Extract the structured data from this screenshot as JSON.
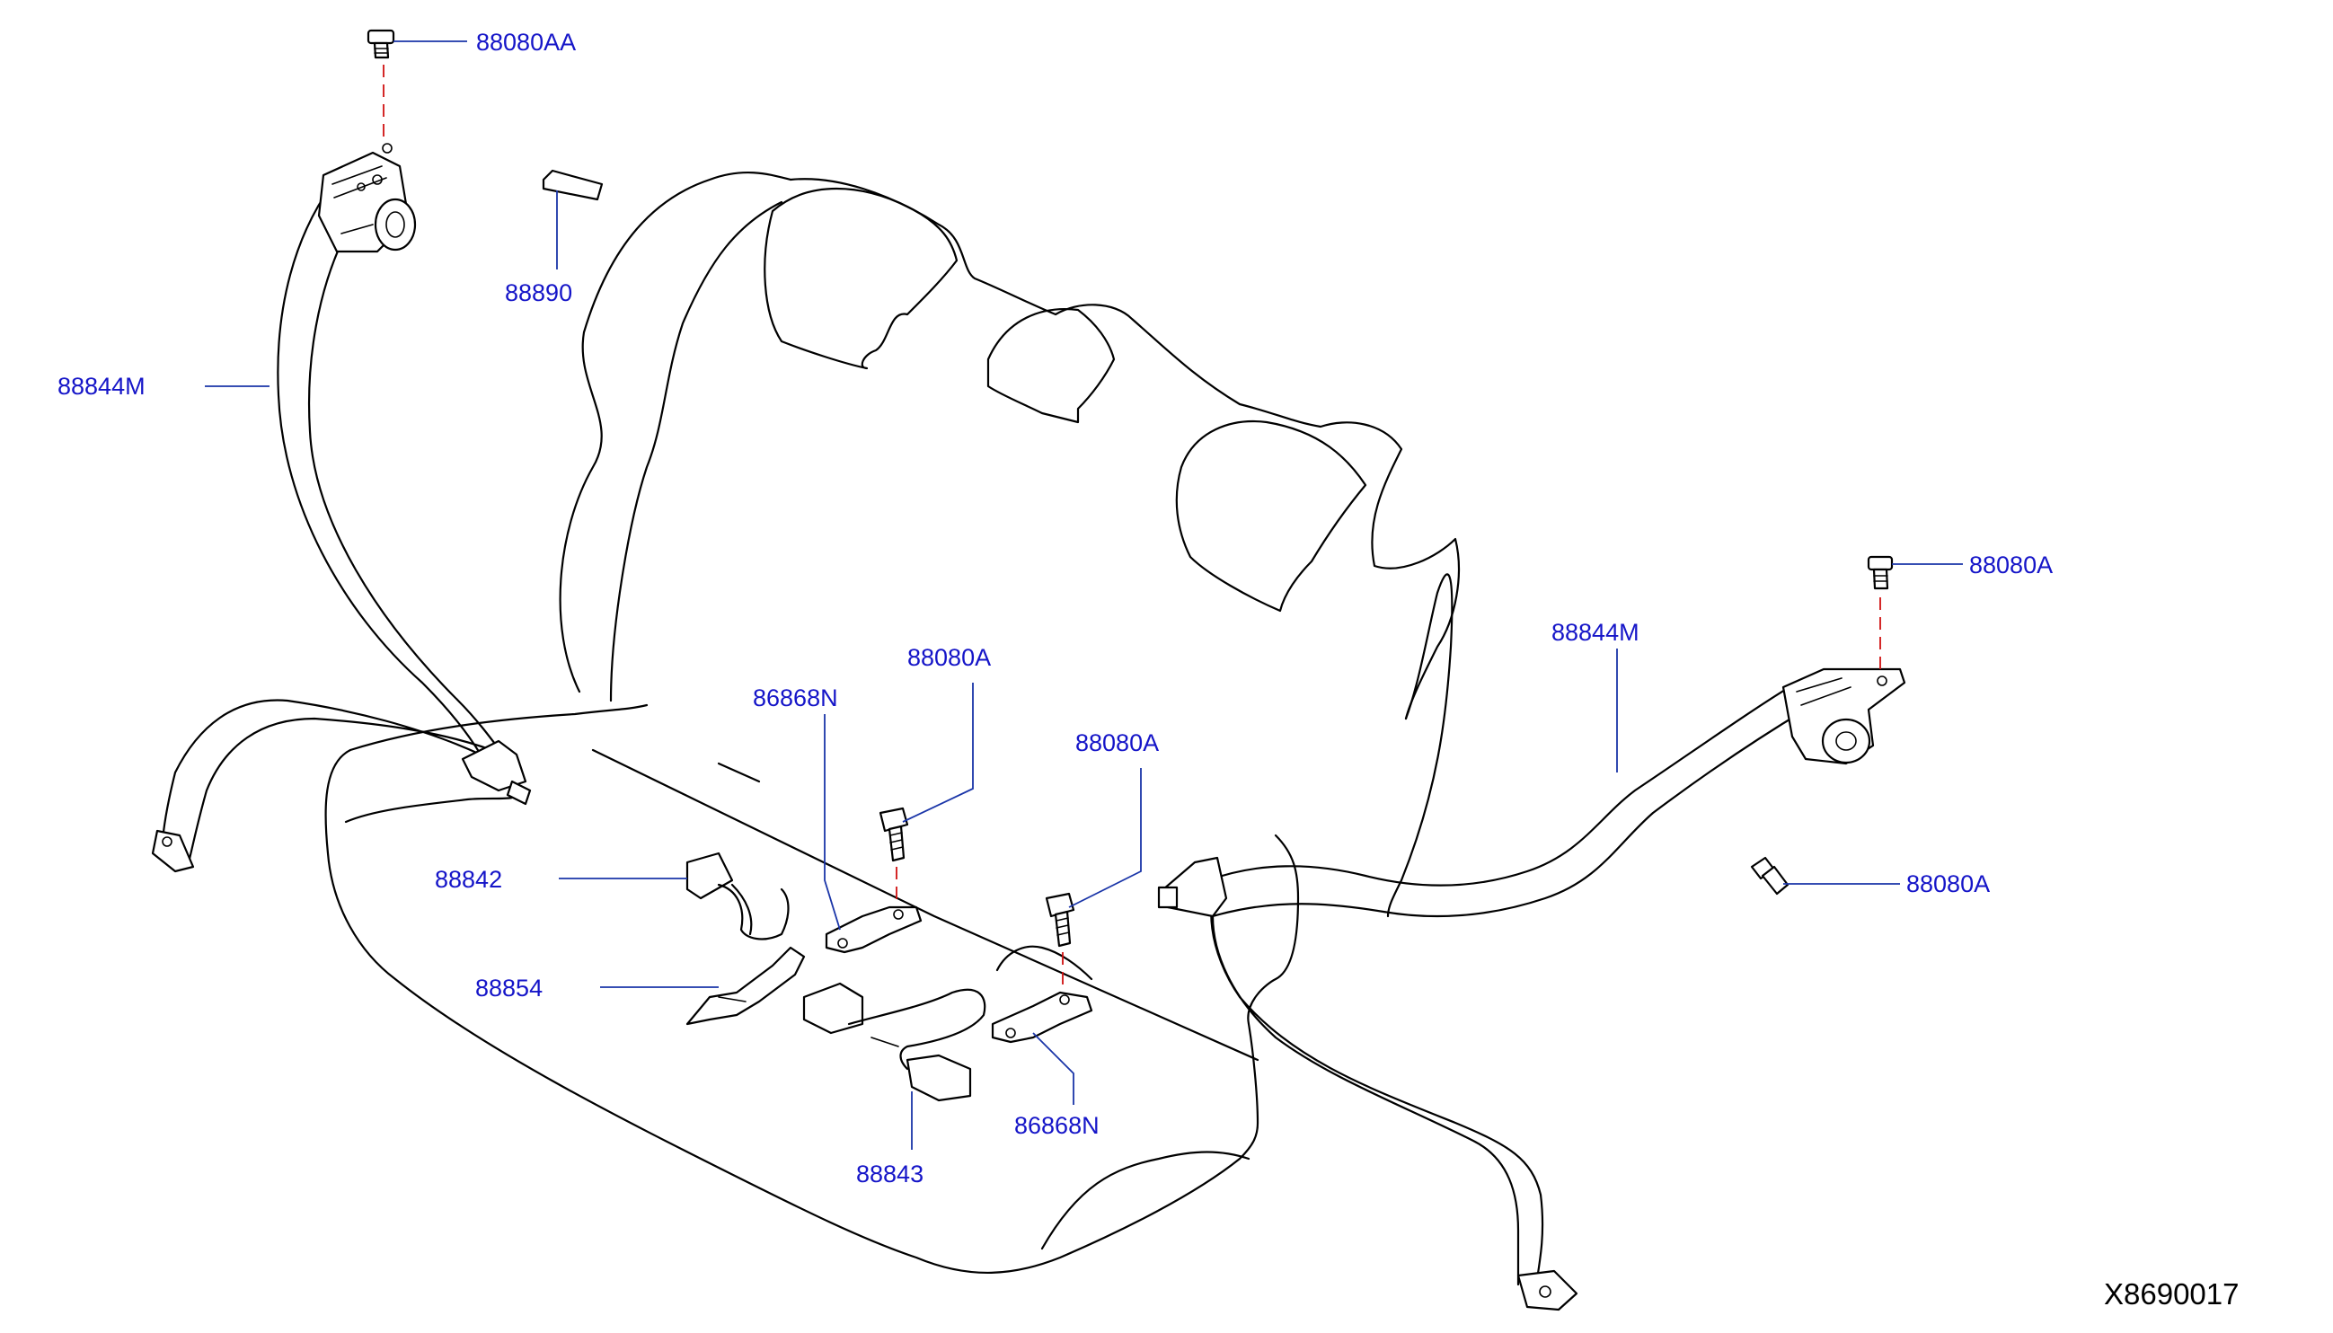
{
  "diagram_id": "X8690017",
  "colors": {
    "label": "#1515c8",
    "leader": "#1a35a8",
    "centerline": "#d01010",
    "linework": "#000000"
  },
  "callouts": {
    "bolt_top_left": "88080AA",
    "trim_clip": "88890",
    "belt_left": "88844M",
    "bolt_right_upper": "88080A",
    "belt_right": "88844M",
    "bolt_right_lower": "88080A",
    "bolt_center_a": "88080A",
    "bolt_center_b": "88080A",
    "bracket_a": "86868N",
    "bracket_b": "86868N",
    "buckle_single": "88842",
    "buckle_strap": "88854",
    "buckle_double": "88843"
  },
  "icons": [
    "bolt-icon",
    "retractor-icon",
    "anchor-plate-icon",
    "buckle-icon",
    "tongue-plate-icon"
  ]
}
